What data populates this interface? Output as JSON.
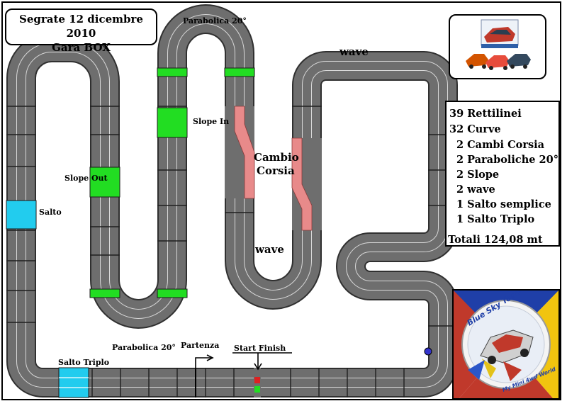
{
  "header": {
    "line1": "Segrate 12 dicembre 2010",
    "line2": "Gara BOX"
  },
  "labels": {
    "parabolica_top": "Parabolica 20°",
    "parabolica_bottom": "Parabolica 20°",
    "wave_top": "wave",
    "wave_mid": "wave",
    "slope_in": "Slope In",
    "slope_out": "Slope Out",
    "cambio_line1": "Cambio",
    "cambio_line2": "Corsia",
    "salto": "Salto",
    "salto_triplo": "Salto Triplo",
    "partenza": "Partenza",
    "start_finish": "Start Finish"
  },
  "legend": {
    "items": [
      "39 Rettilinei",
      "32 Curve",
      "2 Cambi Corsia",
      "2 Paraboliche 20°",
      "2 Slope",
      "2 wave",
      "1 Salto semplice",
      "1 Salto Triplo"
    ],
    "total": "Totali 124,08 mt"
  },
  "team_logo": {
    "name": "Blue Sky Team",
    "site": "My Mini 4wd World"
  },
  "colors": {
    "track": "#6e6e6e",
    "lane_line": "#d8d8d8",
    "edge": "#303030",
    "slope_green": "#22dd22",
    "lane_change_pink": "#e88a8a",
    "jump_cyan": "#22ccee"
  }
}
